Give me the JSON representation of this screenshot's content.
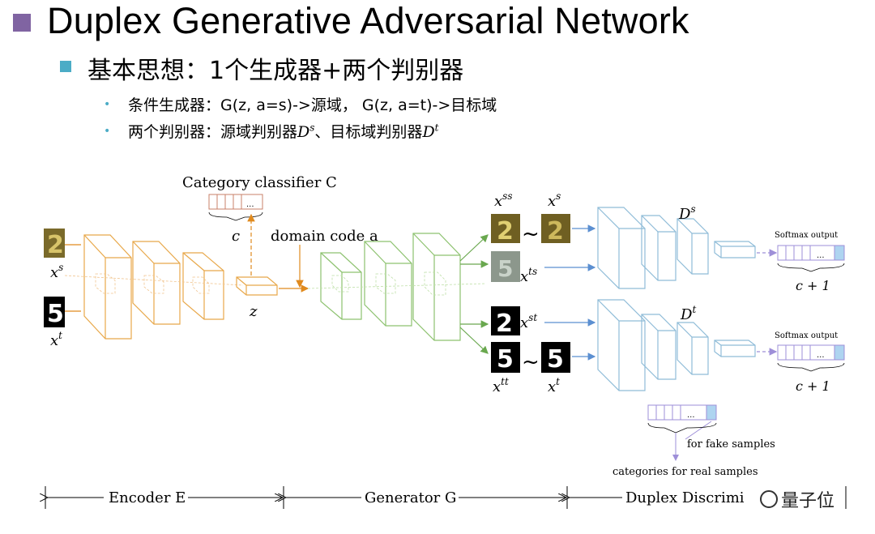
{
  "slide": {
    "title": "Duplex Generative Adversarial Network",
    "subtitle": "基本思想：1个生成器+两个判别器",
    "bullet1": "条件生成器：G(z, a=s)->源域， G(z, a=t)->目标域",
    "bullet2_text": "两个判别器：源域判别器",
    "bullet2_Ds_base": "D",
    "bullet2_Ds_sup": "s",
    "bullet2_mid": "、目标域判别器",
    "bullet2_Dt_base": "D",
    "bullet2_Dt_sup": "t"
  },
  "diagram": {
    "category_classifier": "Category classifier C",
    "c_label": "c",
    "domain_code": "domain code a",
    "z_label": "z",
    "xs_label": "x",
    "xs_sup": "s",
    "xt_label": "x",
    "xt_sup": "t",
    "xss_label": "x",
    "xss_sup": "ss",
    "xs2_label": "x",
    "xs2_sup": "s",
    "xts_label": "x",
    "xts_sup": "ts",
    "xst_label": "x",
    "xst_sup": "st",
    "xtt_label": "x",
    "xtt_sup": "tt",
    "xt2_label": "x",
    "xt2_sup": "t",
    "tilde": "~",
    "Ds_label": "D",
    "Ds_sup": "s",
    "Dt_label": "D",
    "Dt_sup": "t",
    "softmax1": "Softmax output",
    "softmax2": "Softmax output",
    "c_plus_1_a": "c + 1",
    "c_plus_1_b": "c + 1",
    "for_fake": "for fake samples",
    "categories_real": "categories for real samples",
    "encoder": "Encoder E",
    "generator": "Generator G",
    "duplex": "Duplex Discrimi",
    "ellipsis": "..."
  },
  "watermark": "量子位",
  "colors": {
    "encoder": "#e8a84a",
    "generator": "#8dc26f",
    "discriminator": "#8fbcd8",
    "classifier": "#c9806a",
    "title_bullet": "#8064a2",
    "sub_bullet": "#4bacc6",
    "arrow_orange": "#e08a1e",
    "arrow_blue": "#5b8fd1",
    "arrow_purple": "#9e8fd8"
  }
}
